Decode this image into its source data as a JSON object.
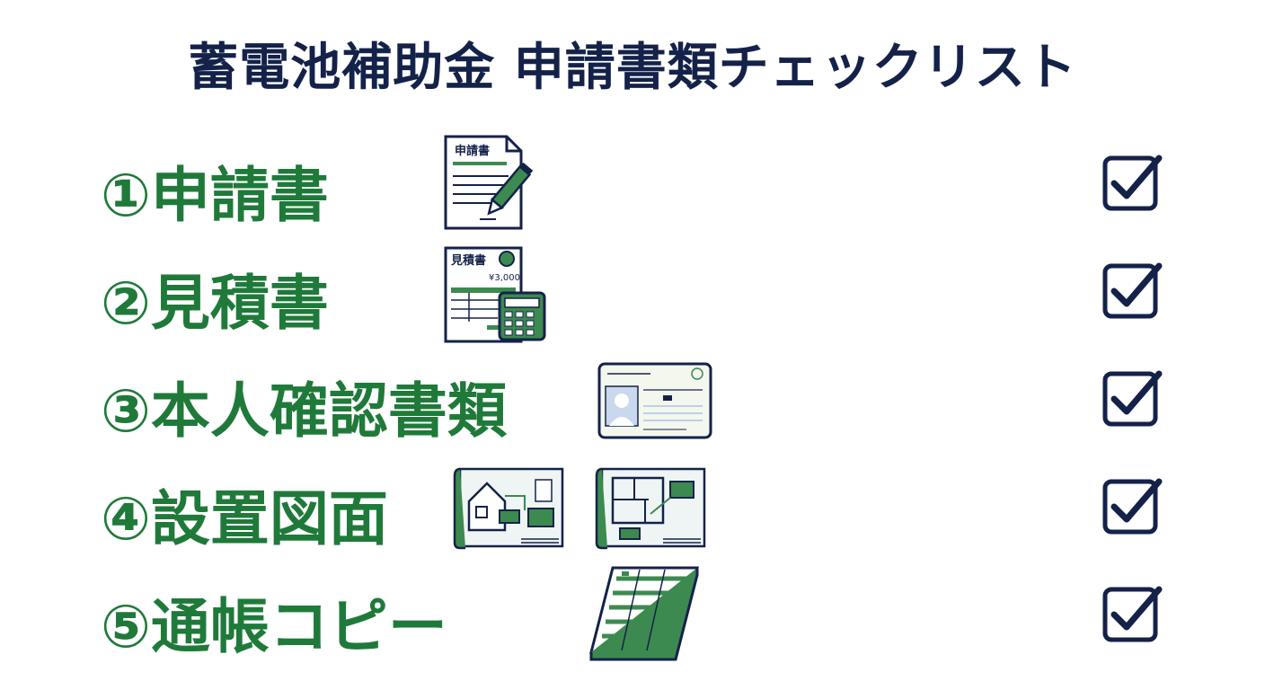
{
  "title": "蓄電池補助金 申請書類チェックリスト",
  "colors": {
    "title": "#14224a",
    "label": "#1f7a3a",
    "check": "#14224a",
    "accent": "#3c8a4f"
  },
  "items": [
    {
      "label": "①申請書",
      "icon": "application-form-pen-icon",
      "icon_text": "申請書"
    },
    {
      "label": "②見積書",
      "icon": "estimate-calculator-icon",
      "icon_text": "見積書",
      "amount": "¥3,000"
    },
    {
      "label": "③本人確認書類",
      "icon": "id-card-icon"
    },
    {
      "label": "④設置図面",
      "icon": "blueprint-icons"
    },
    {
      "label": "⑤通帳コピー",
      "icon": "bankbook-icon"
    }
  ],
  "check_icon": "checked-box-icon"
}
